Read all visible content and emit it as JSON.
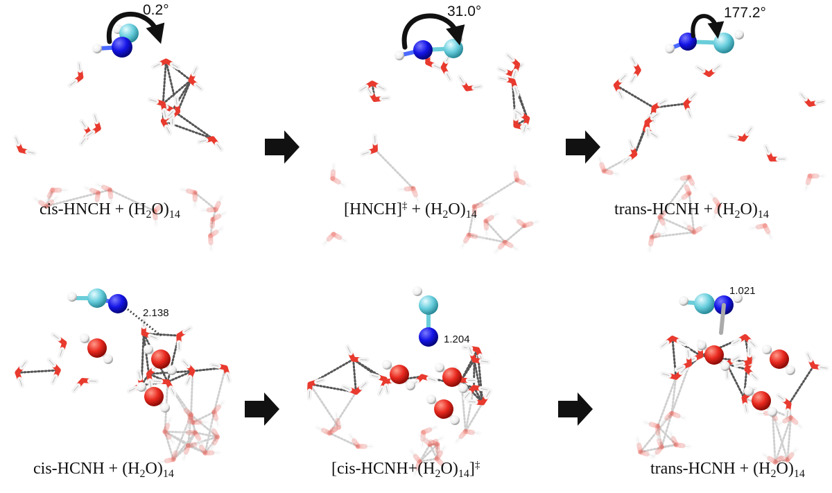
{
  "panels": [
    {
      "id": "p1",
      "label_main": "cis-HNCH + (H",
      "label_sub1": "2",
      "label_mid": "O)",
      "label_sub2": "14",
      "label_sup": "",
      "annotation": "0.2°",
      "annotation_kind": "angle"
    },
    {
      "id": "p2",
      "label_main": "[HNCH]",
      "label_sup_inline": "‡",
      "label_rest": " + (H",
      "label_sub1": "2",
      "label_mid": "O)",
      "label_sub2": "14",
      "annotation": "31.0°",
      "annotation_kind": "angle"
    },
    {
      "id": "p3",
      "label_main": "trans-HCNH + (H",
      "label_sub1": "2",
      "label_mid": "O)",
      "label_sub2": "14",
      "annotation": "177.2°",
      "annotation_kind": "angle"
    },
    {
      "id": "p4",
      "label_main": "cis-HCNH + (H",
      "label_sub1": "2",
      "label_mid": "O)",
      "label_sub2": "14",
      "annotation": "2.138",
      "annotation_kind": "distance"
    },
    {
      "id": "p5",
      "label_main": "[cis-HCNH+(H",
      "label_sub1": "2",
      "label_mid": "O)",
      "label_sub2": "14",
      "label_end": "]",
      "label_sup_end": "‡",
      "annotation": "1.204",
      "annotation_kind": "distance"
    },
    {
      "id": "p6",
      "label_main": "trans-HCNH + (H",
      "label_sub1": "2",
      "label_mid": "O)",
      "label_sub2": "14",
      "annotation": "1.021",
      "annotation_kind": "distance"
    }
  ],
  "colors": {
    "nitrogen": "#1010e0",
    "carbon": "#5ec8d8",
    "hydrogen": "#ffffff",
    "oxygen": "#e8281e",
    "bond_oh": "#e83a2e",
    "hbond": "#555555",
    "arrow": "#111111"
  },
  "icons": [
    "rotation-arrow-icon",
    "right-arrow-icon"
  ]
}
